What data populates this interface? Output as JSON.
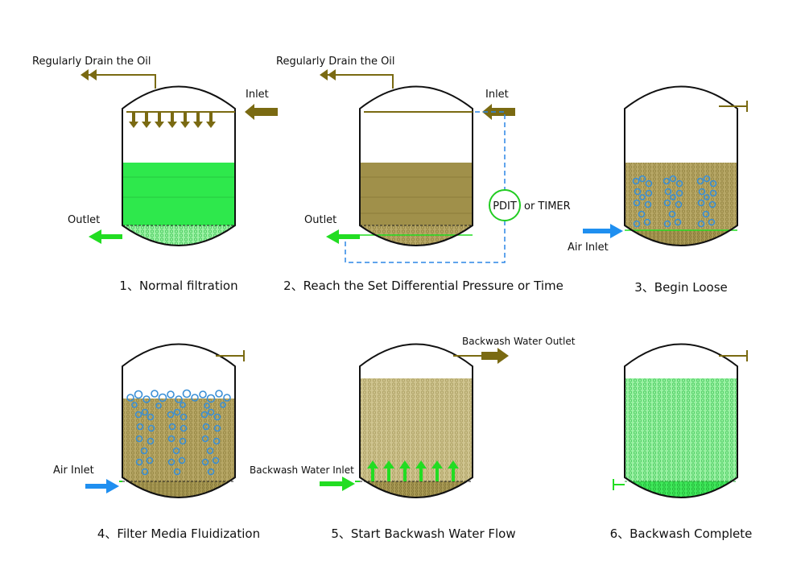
{
  "colors": {
    "olive": "#7a6a12",
    "sand": "#b5a565",
    "sandDark": "#9a8a48",
    "green": "#2ee64a",
    "greenLight": "#8ff09a",
    "bubble": "#3a8fd6",
    "arrowBlue": "#1f8ff0",
    "arrowGreen": "#22dd22",
    "dash": "#2b86e6"
  },
  "panels": [
    {
      "caption": "1、Normal filtration",
      "drain": "Regularly Drain the Oil",
      "inlet": "Inlet",
      "outlet": "Outlet"
    },
    {
      "caption": "2、Reach the Set Differential Pressure or Time",
      "drain": "Regularly Drain the Oil",
      "inlet": "Inlet",
      "outlet": "Outlet",
      "pdit": "PDIT",
      "timer": "or TIMER"
    },
    {
      "caption": "3、Begin Loose",
      "air": "Air Inlet"
    },
    {
      "caption": "4、Filter Media Fluidization",
      "air": "Air Inlet"
    },
    {
      "caption": "5、Start Backwash Water Flow",
      "bw_in": "Backwash Water Inlet",
      "bw_out": "Backwash Water Outlet"
    },
    {
      "caption": "6、Backwash Complete"
    }
  ]
}
